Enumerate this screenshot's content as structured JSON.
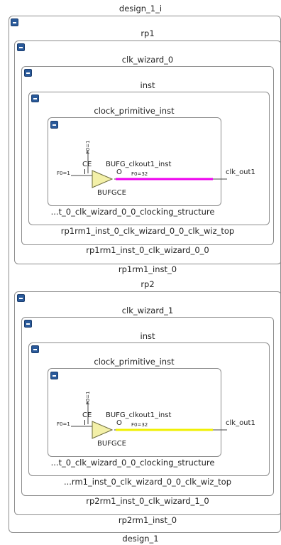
{
  "top_title": "design_1_i",
  "bottom_title": "design_1",
  "colors": {
    "net_rp1": "#ee00ee",
    "net_rp2": "#f0f000",
    "buffer_fill": "#f3f0a8",
    "toggle": "#2a5a9a"
  },
  "rp1": {
    "title": "rp1",
    "footer": "rp1rm1_inst_0",
    "clk_wizard_title": "clk_wizard_0",
    "clk_wizard_footer": "rp1rm1_inst_0_clk_wizard_0_0",
    "inst_title": "inst",
    "inst_footer": "rp1rm1_inst_0_clk_wizard_0_0_clk_wiz_top",
    "prim_title": "clock_primitive_inst",
    "prim_footer": "...t_0_clk_wizard_0_0_clocking_structure",
    "buf_name": "BUFG_clkout1_inst",
    "buf_type": "BUFGCE",
    "ce_label": "CE",
    "i_label": "I",
    "o_label": "O",
    "fo_left": "F0=1",
    "fo_vert": "F0=1",
    "fo_out": "F0=32",
    "out_label": "clk_out1"
  },
  "rp2": {
    "title": "rp2",
    "footer": "rp2rm1_inst_0",
    "clk_wizard_title": "clk_wizard_1",
    "clk_wizard_footer": "rp2rm1_inst_0_clk_wizard_1_0",
    "inst_title": "inst",
    "inst_footer": "...rm1_inst_0_clk_wizard_0_0_clk_wiz_top",
    "prim_title": "clock_primitive_inst",
    "prim_footer": "...t_0_clk_wizard_0_0_clocking_structure",
    "buf_name": "BUFG_clkout1_inst",
    "buf_type": "BUFGCE",
    "ce_label": "CE",
    "i_label": "I",
    "o_label": "O",
    "fo_left": "F0=1",
    "fo_vert": "F0=1",
    "fo_out": "F0=32",
    "out_label": "clk_out1"
  }
}
